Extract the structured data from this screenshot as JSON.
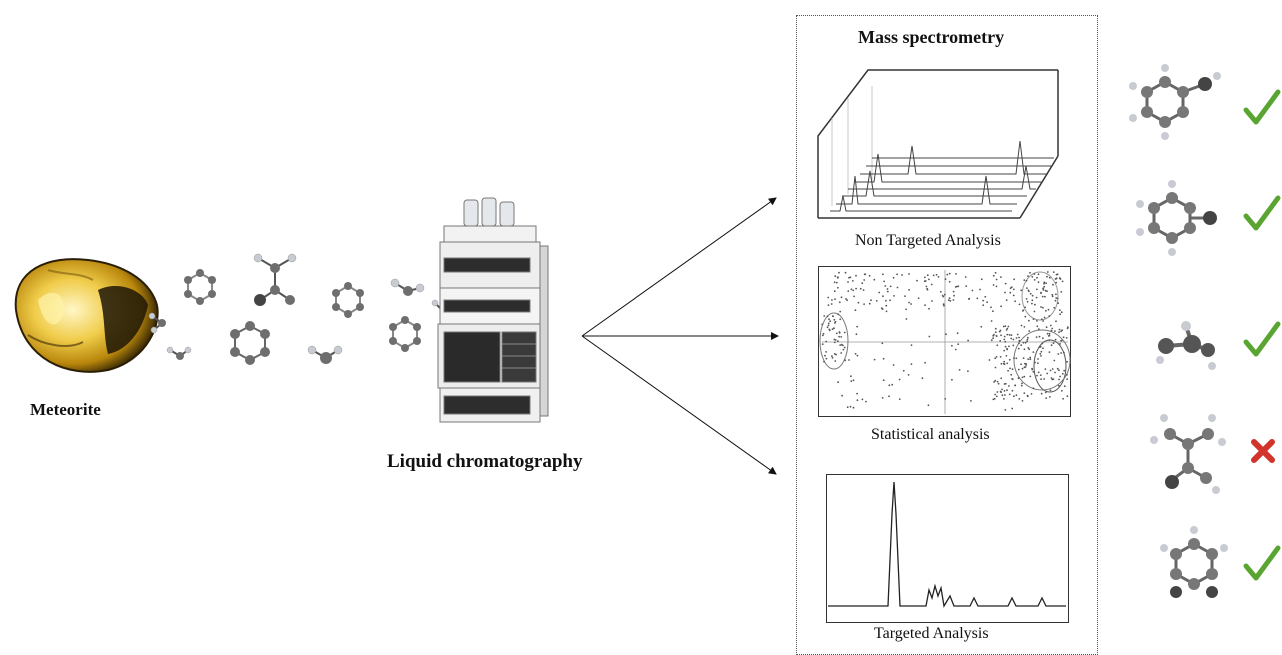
{
  "labels": {
    "meteorite": "Meteorite",
    "liquid_chromatography": "Liquid chromatography",
    "mass_spectrometry": "Mass spectrometry",
    "non_targeted": "Non Targeted Analysis",
    "statistical": "Statistical analysis",
    "targeted": "Targeted Analysis"
  },
  "results": [
    {
      "molecule": "toluene-like",
      "status": "check"
    },
    {
      "molecule": "phenol-like",
      "status": "check"
    },
    {
      "molecule": "methylamine-like",
      "status": "check"
    },
    {
      "molecule": "alanine-like",
      "status": "cross"
    },
    {
      "molecule": "cyclohexene-like",
      "status": "check"
    }
  ],
  "colors": {
    "check": "#5aa532",
    "cross": "#d2332a",
    "meteorite": "#e8c23a",
    "atom_carbon": "#6e6e6e",
    "atom_hydrogen": "#c8ccd2"
  }
}
